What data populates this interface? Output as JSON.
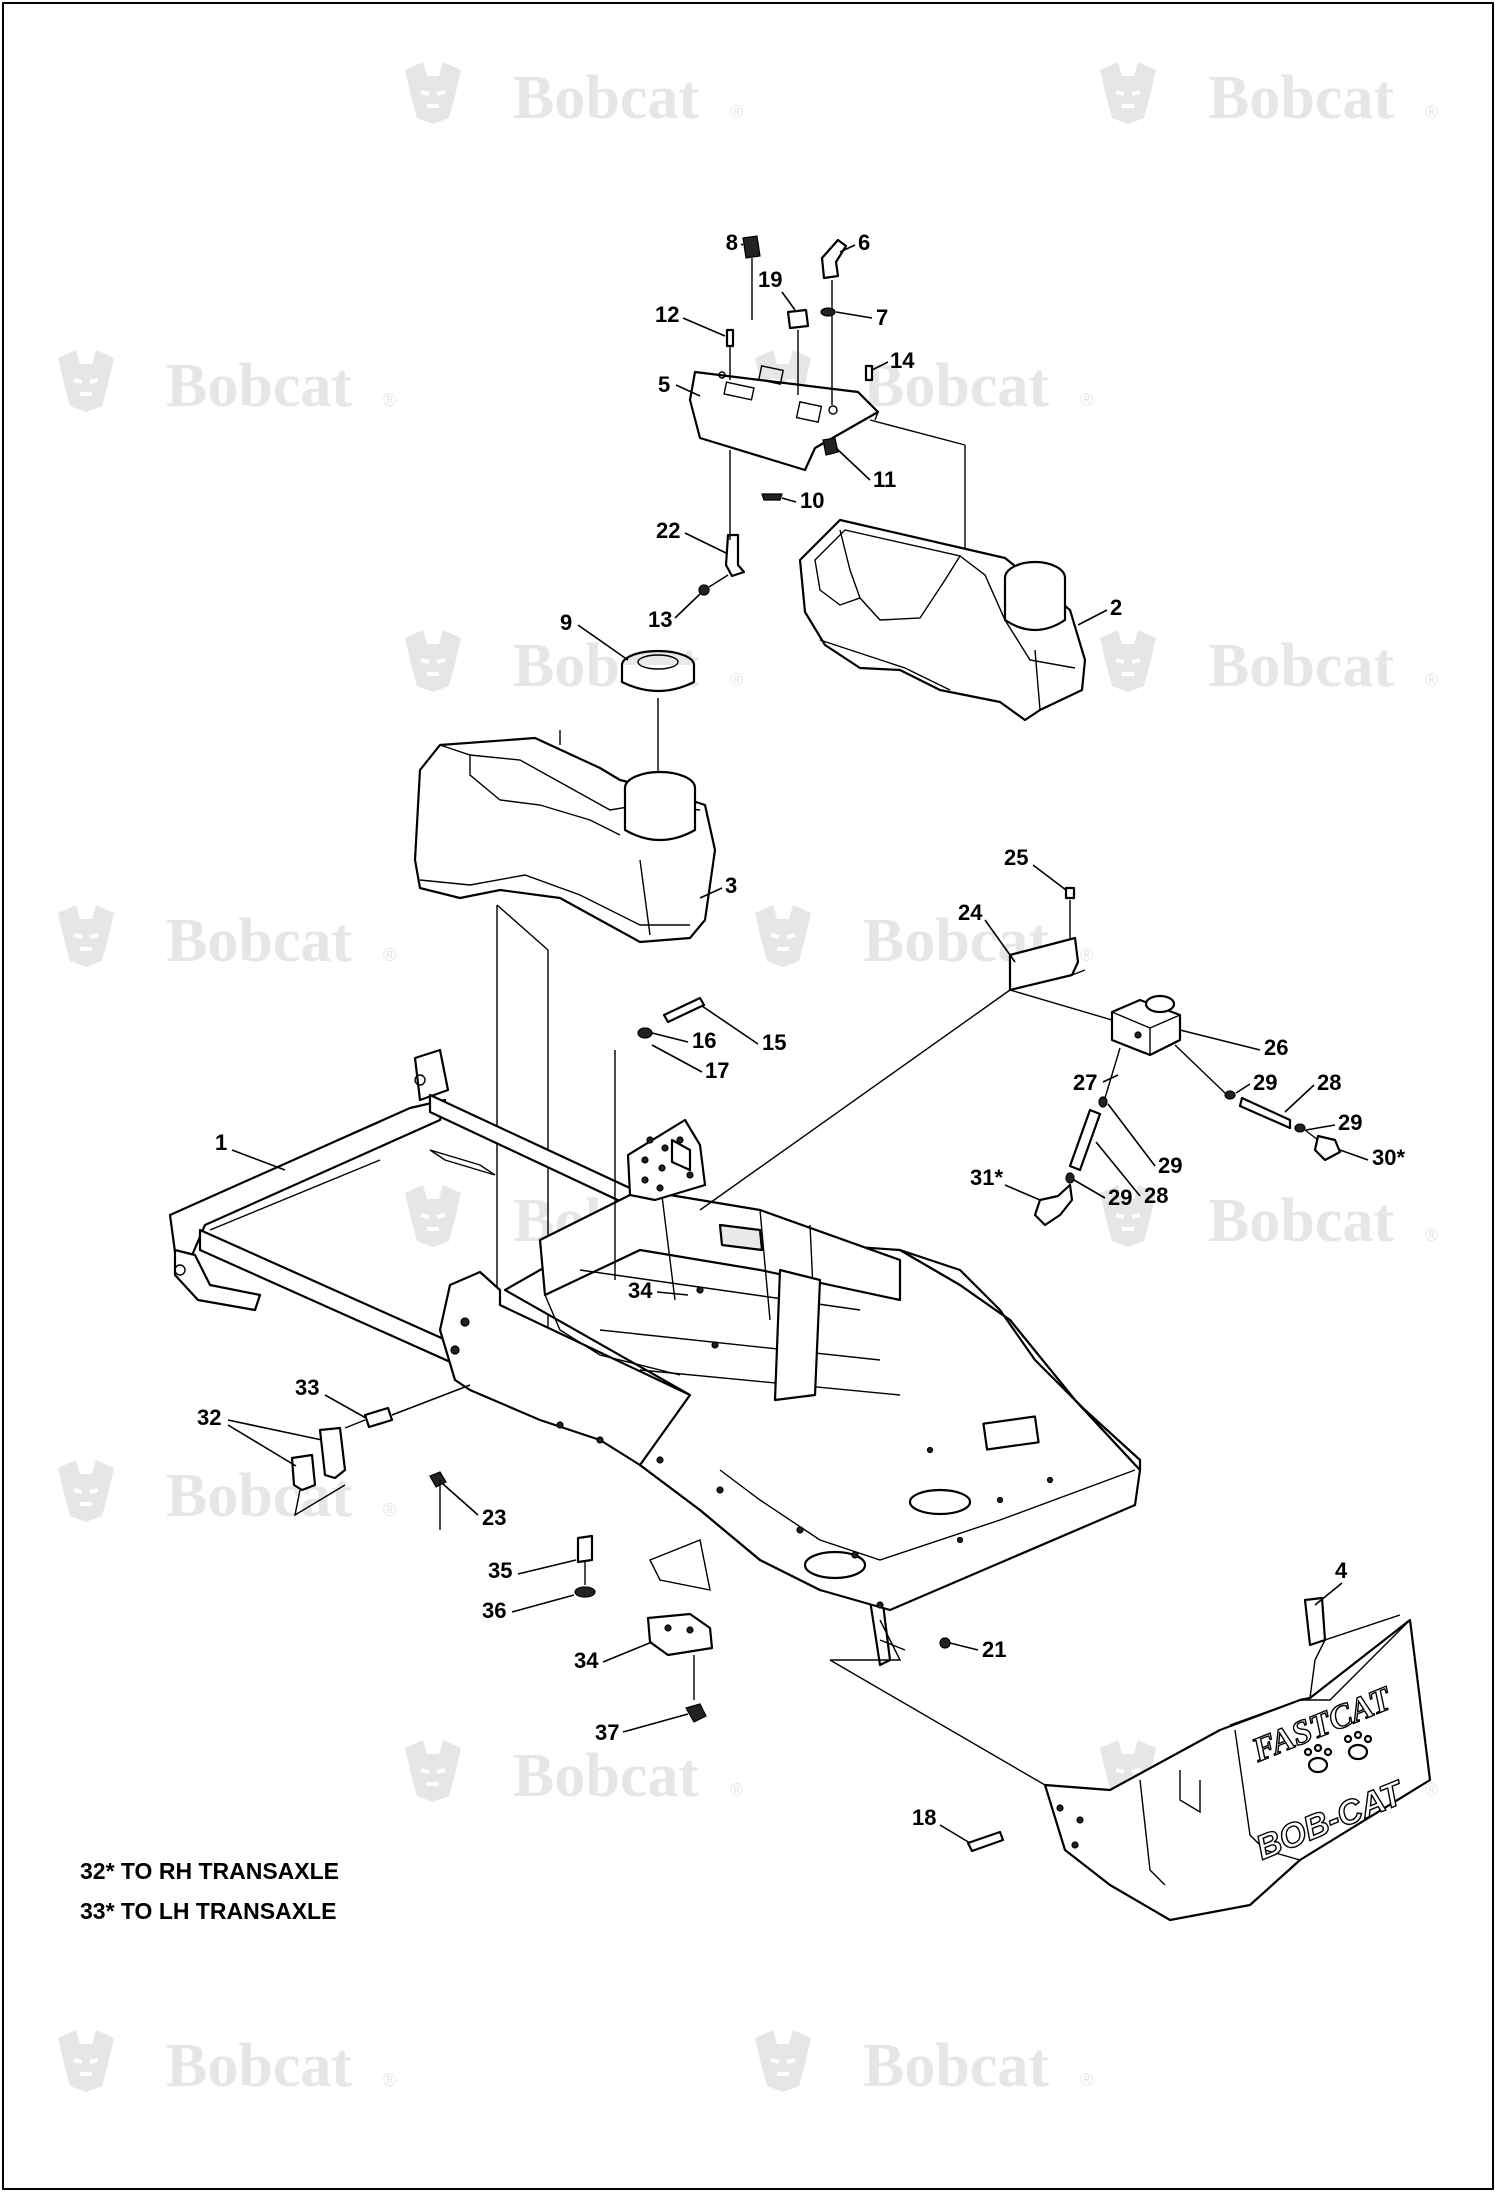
{
  "watermark": {
    "brand": "Bobcat",
    "registered": "®"
  },
  "callouts": {
    "c1": "1",
    "c2": "2",
    "c3": "3",
    "c4": "4",
    "c5": "5",
    "c6": "6",
    "c7": "7",
    "c8": "8",
    "c9": "9",
    "c10": "10",
    "c11": "11",
    "c12": "12",
    "c13": "13",
    "c14": "14",
    "c15": "15",
    "c16": "16",
    "c17": "17",
    "c18": "18",
    "c19": "19",
    "c21": "21",
    "c22": "22",
    "c23": "23",
    "c24": "24",
    "c25": "25",
    "c26": "26",
    "c27": "27",
    "c28a": "28",
    "c28b": "28",
    "c29a": "29",
    "c29b": "29",
    "c29c": "29",
    "c29d": "29",
    "c30": "30*",
    "c31": "31*",
    "c32": "32",
    "c33": "33",
    "c34a": "34",
    "c34b": "34",
    "c35": "35",
    "c36": "36",
    "c37": "37"
  },
  "notes": {
    "n1": "32*  TO RH TRANSAXLE",
    "n2": "33*  TO LH TRANSAXLE"
  },
  "guard_decal": {
    "line1": "FASTCAT",
    "line2": "BOB-CAT"
  },
  "colors": {
    "line": "#000000",
    "watermark": "#e6e6e6",
    "background": "#ffffff"
  }
}
